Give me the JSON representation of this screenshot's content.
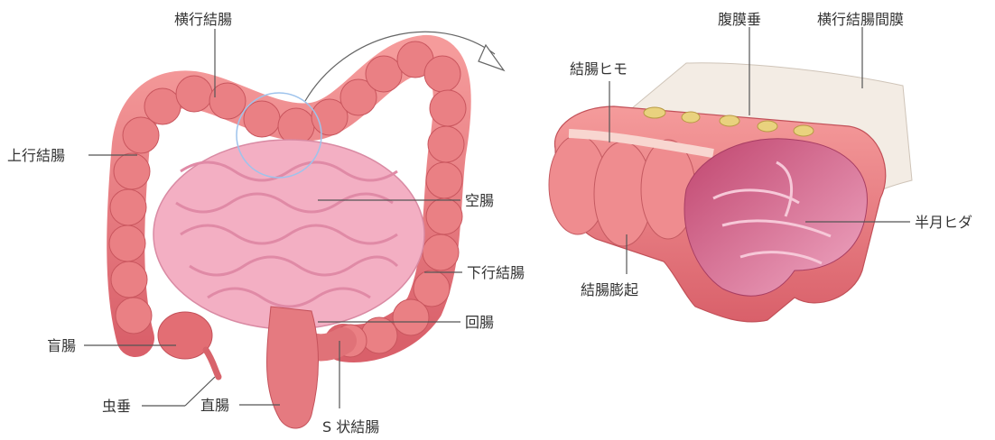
{
  "labels": {
    "transverse_colon": "横行結腸",
    "ascending_colon": "上行結腸",
    "jejunum": "空腸",
    "descending_colon": "下行結腸",
    "ileum": "回腸",
    "cecum": "盲腸",
    "appendix": "虫垂",
    "rectum": "直腸",
    "sigmoid_colon": "S 状結腸",
    "taenia_coli": "結腸ヒモ",
    "epiploic_appendices": "腹膜垂",
    "transverse_mesocolon": "横行結腸間膜",
    "semilunar_folds": "半月ヒダ",
    "haustra": "結腸膨起"
  },
  "colors": {
    "colon": "#e9777a",
    "colon_dark": "#c85058",
    "small_intestine": "#f1a3bb",
    "mesentery": "#f4ede6",
    "magnifier": "#9ec3ec"
  }
}
